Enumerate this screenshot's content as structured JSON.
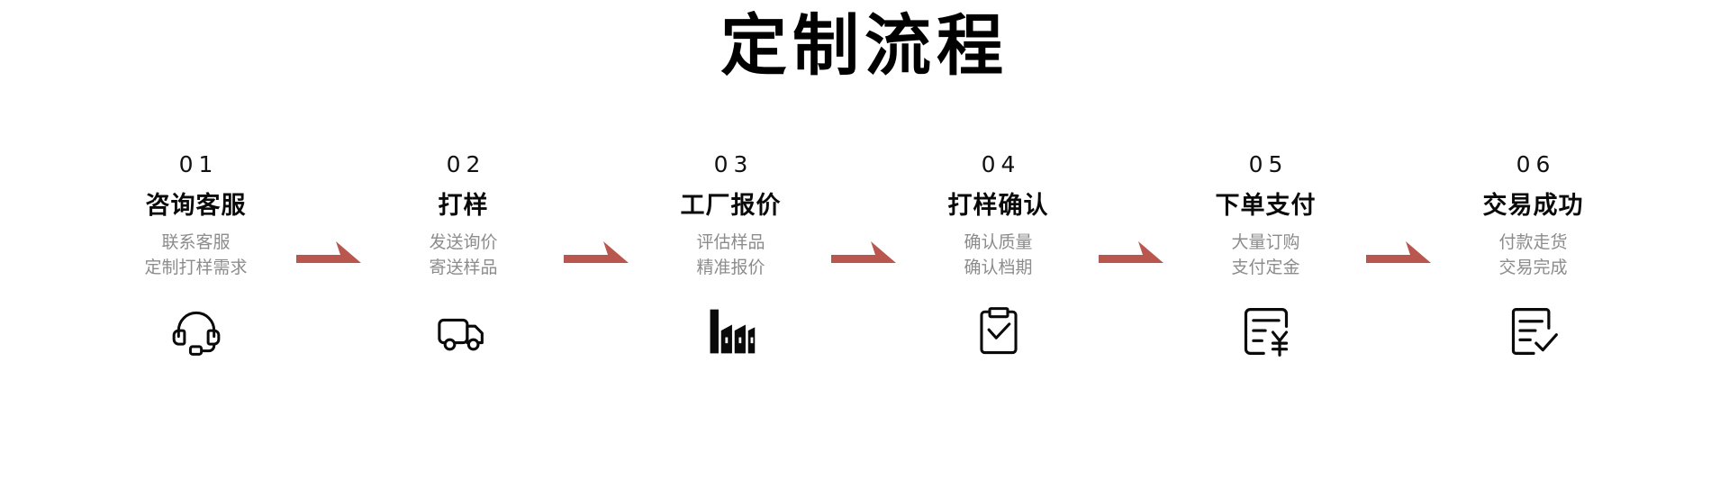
{
  "header": {
    "title": "定制流程"
  },
  "colors": {
    "title": "#000000",
    "step_number": "#111111",
    "step_title": "#0a0a0a",
    "step_desc": "#8c8c8c",
    "arrow": "#b9574e",
    "icon": "#0a0a0a",
    "background": "#ffffff"
  },
  "steps": [
    {
      "number": "01",
      "title": "咨询客服",
      "desc_line1": "联系客服",
      "desc_line2": "定制打样需求",
      "icon": "headset-icon"
    },
    {
      "number": "02",
      "title": "打样",
      "desc_line1": "发送询价",
      "desc_line2": "寄送样品",
      "icon": "truck-icon"
    },
    {
      "number": "03",
      "title": "工厂报价",
      "desc_line1": "评估样品",
      "desc_line2": "精准报价",
      "icon": "factory-icon"
    },
    {
      "number": "04",
      "title": "打样确认",
      "desc_line1": "确认质量",
      "desc_line2": "确认档期",
      "icon": "clipboard-check-icon"
    },
    {
      "number": "05",
      "title": "下单支付",
      "desc_line1": "大量订购",
      "desc_line2": "支付定金",
      "icon": "invoice-yuan-icon"
    },
    {
      "number": "06",
      "title": "交易成功",
      "desc_line1": "付款走货",
      "desc_line2": "交易完成",
      "icon": "document-check-icon"
    }
  ],
  "arrows": [
    {
      "name": "arrow-1-2"
    },
    {
      "name": "arrow-2-3"
    },
    {
      "name": "arrow-3-4"
    },
    {
      "name": "arrow-4-5"
    },
    {
      "name": "arrow-5-6"
    }
  ]
}
